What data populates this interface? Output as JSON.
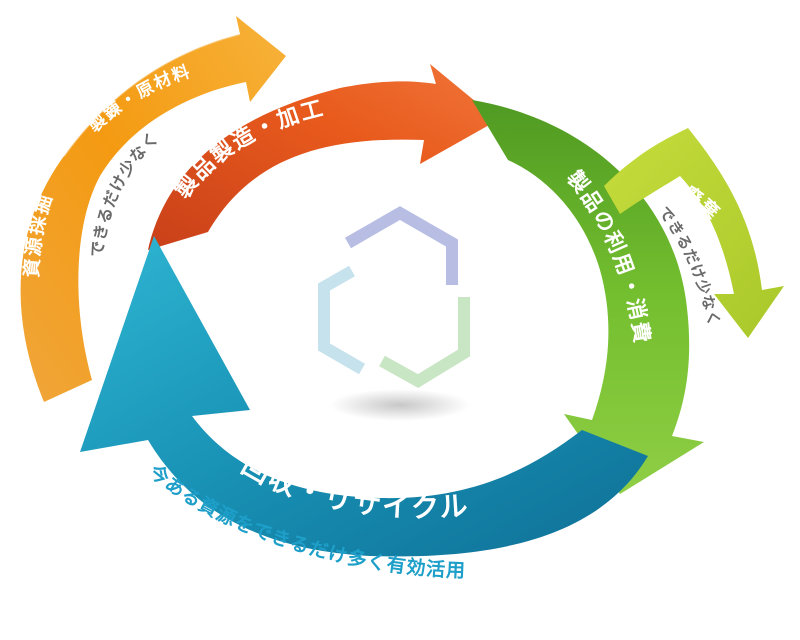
{
  "stages": {
    "mining": "資源採掘",
    "refining": "製錬・原材料",
    "manufacturing": "製品製造・加工",
    "use": "製品の利用・消費",
    "disposal": "廃棄",
    "recycling": "回収・リサイクル"
  },
  "notes": {
    "left": "できるだけ少なく",
    "right": "できるだけ少なく"
  },
  "tagline": "今ある資源をできるだけ多く有効活用",
  "colors": {
    "orange": "#f29a18",
    "red_orange": "#e0541a",
    "green": "#6fb82e",
    "lime": "#b9d232",
    "teal": "#1891b4",
    "gray_text": "#6a6a6a",
    "tagline": "#1e9fc9"
  }
}
